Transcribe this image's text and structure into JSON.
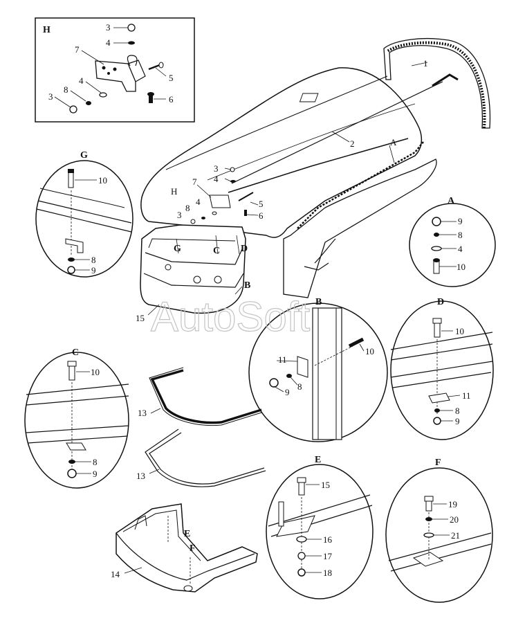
{
  "watermark": "AutoSoft",
  "views": {
    "H": "H",
    "G": "G",
    "A": "A",
    "B": "B",
    "C": "C",
    "D": "D",
    "E": "E",
    "F": "F"
  },
  "main": {
    "callout_1": "1",
    "callout_2": "2",
    "callout_A": "A",
    "callout_B": "B",
    "callout_C": "C",
    "callout_D": "D",
    "callout_G": "G",
    "callout_H": "H",
    "callout_15": "15",
    "callout_13a": "13",
    "callout_13b": "13",
    "callout_14": "14",
    "callout_E": "E",
    "callout_F": "F",
    "h_3": "3",
    "h_4": "4",
    "h_5": "5",
    "h_6": "6",
    "h_7": "7",
    "h_8": "8",
    "h_3b": "3",
    "h_4b": "4"
  },
  "detail_H": {
    "3a": "3",
    "4a": "4",
    "7": "7",
    "5": "5",
    "6": "6",
    "4b": "4",
    "8": "8",
    "3b": "3"
  },
  "detail_G": {
    "10": "10",
    "8": "8",
    "9": "9"
  },
  "detail_A": {
    "9": "9",
    "8": "8",
    "4": "4",
    "10": "10"
  },
  "detail_B": {
    "11": "11",
    "10": "10",
    "8": "8",
    "9": "9"
  },
  "detail_C": {
    "10": "10",
    "8": "8",
    "9": "9"
  },
  "detail_D": {
    "10": "10",
    "11": "11",
    "8": "8",
    "9": "9"
  },
  "detail_E": {
    "15": "15",
    "16": "16",
    "17": "17",
    "18": "18"
  },
  "detail_F": {
    "19": "19",
    "20": "20",
    "21": "21"
  }
}
